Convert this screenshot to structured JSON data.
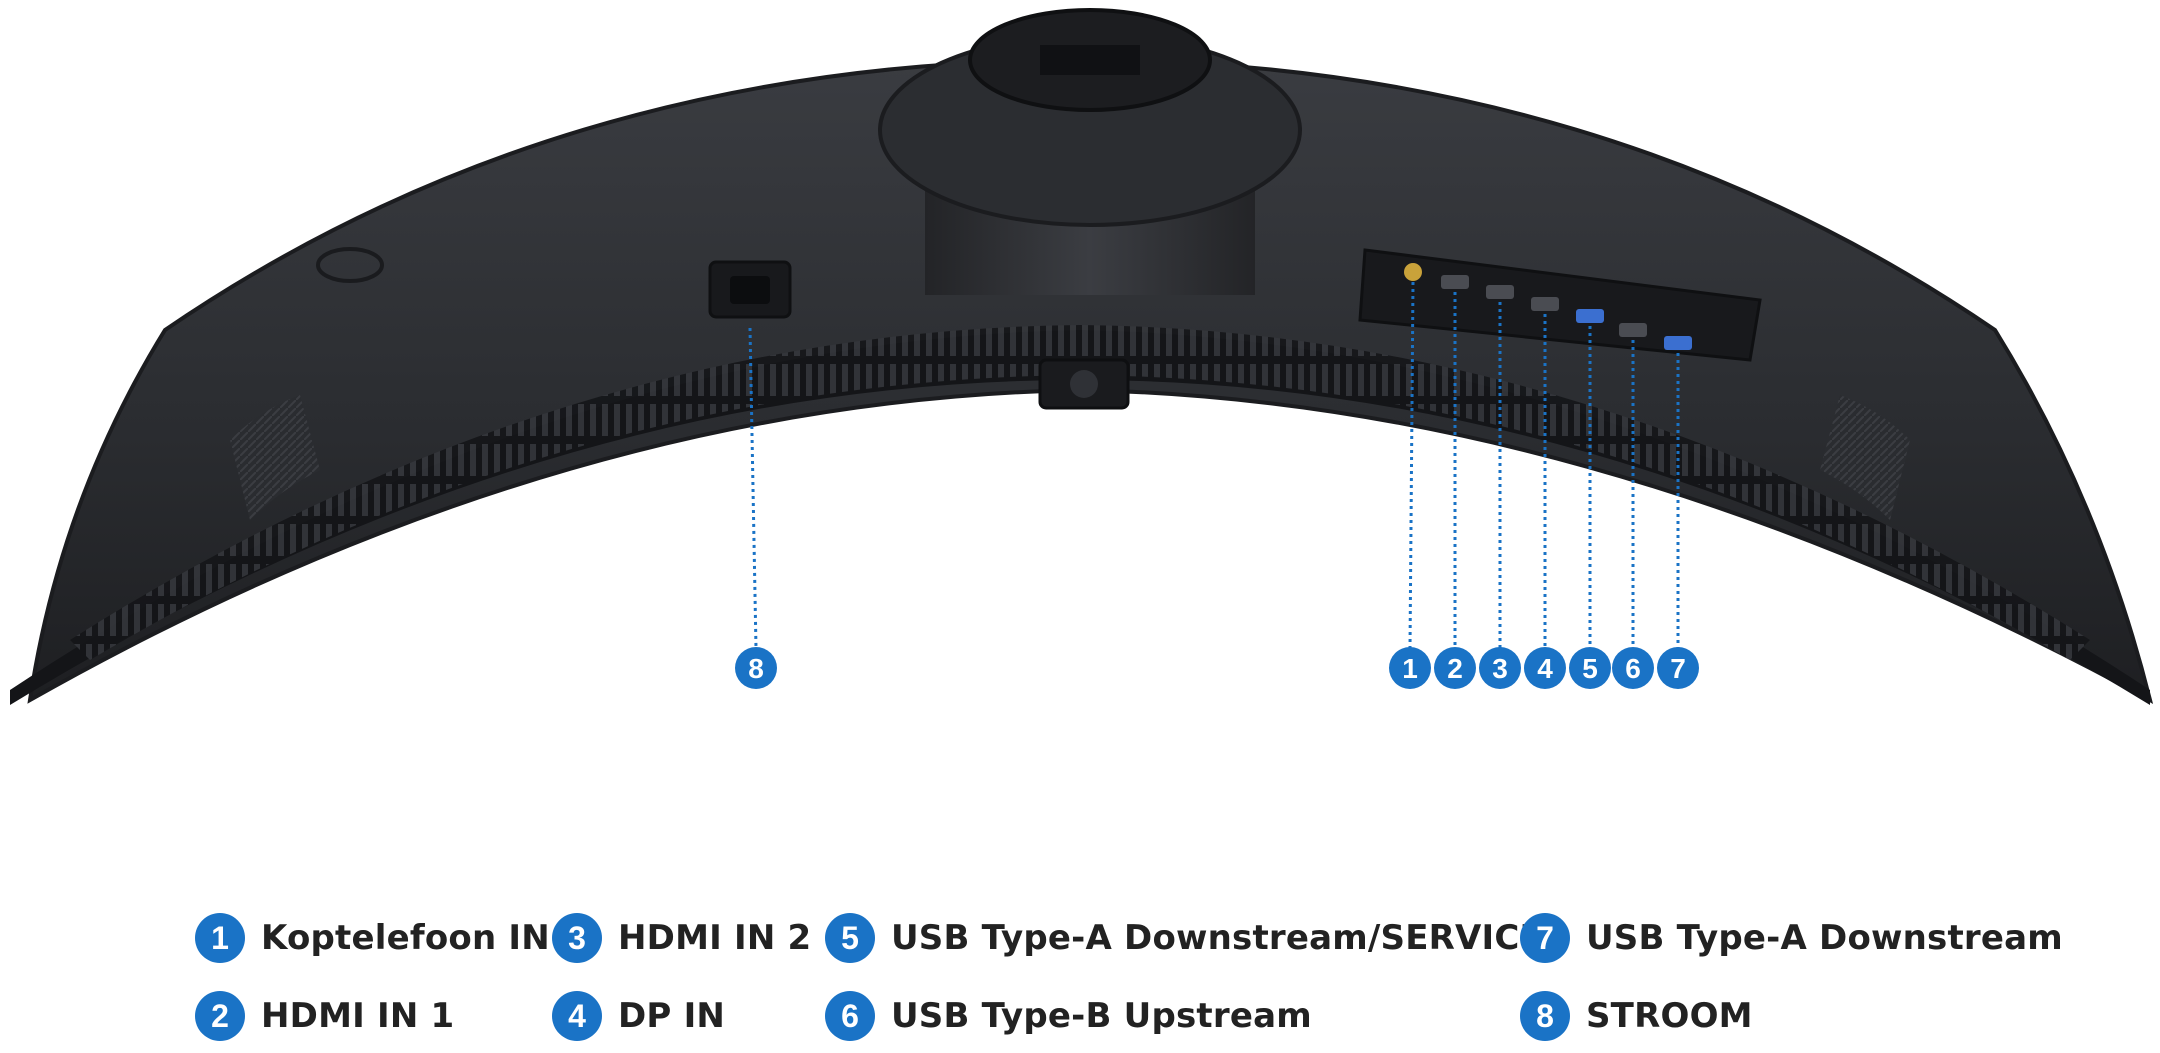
{
  "colors": {
    "badge": "#1a73c6",
    "text": "#222222",
    "monitor_body": "#2a2c30",
    "monitor_edge": "#1b1c1f",
    "leader_line": "#1a73c6"
  },
  "callouts": [
    {
      "number": "1",
      "port": "headphone-jack"
    },
    {
      "number": "2",
      "port": "hdmi-1"
    },
    {
      "number": "3",
      "port": "hdmi-2"
    },
    {
      "number": "4",
      "port": "displayport"
    },
    {
      "number": "5",
      "port": "usb-a-service"
    },
    {
      "number": "6",
      "port": "usb-b"
    },
    {
      "number": "7",
      "port": "usb-a"
    },
    {
      "number": "8",
      "port": "power"
    }
  ],
  "legend": [
    {
      "number": "1",
      "label": "Koptelefoon IN"
    },
    {
      "number": "2",
      "label": "HDMI IN 1"
    },
    {
      "number": "3",
      "label": "HDMI IN 2"
    },
    {
      "number": "4",
      "label": "DP IN"
    },
    {
      "number": "5",
      "label": "USB Type-A Downstream/SERVICE"
    },
    {
      "number": "6",
      "label": "USB Type-B Upstream"
    },
    {
      "number": "7",
      "label": "USB Type-A Downstream"
    },
    {
      "number": "8",
      "label": "STROOM"
    }
  ]
}
